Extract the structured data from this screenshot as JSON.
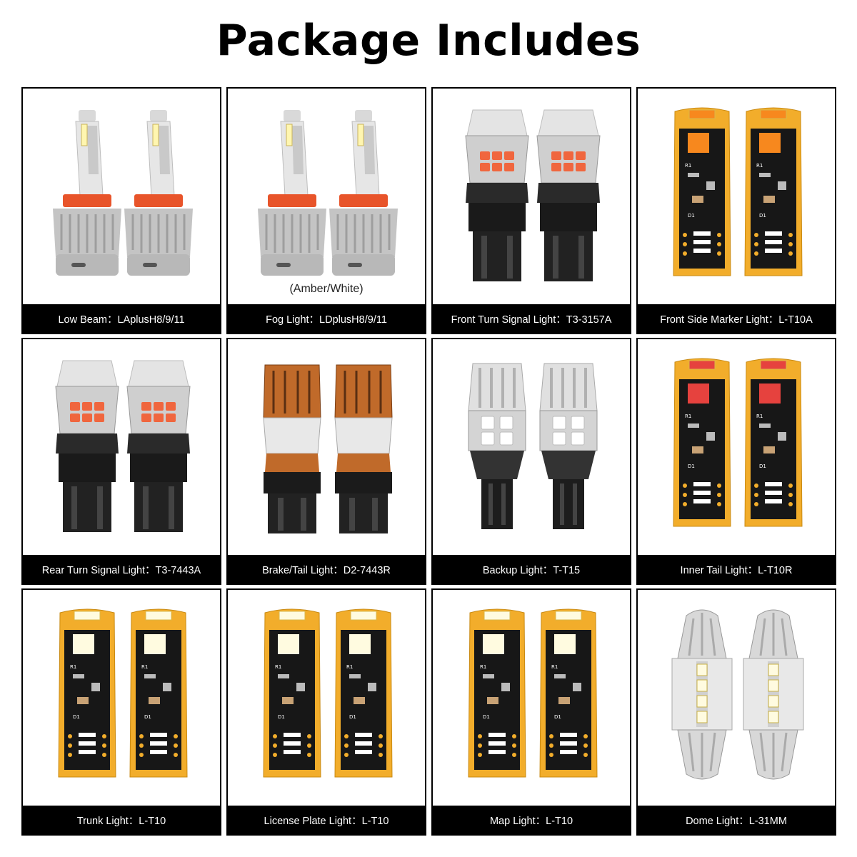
{
  "title": "Package Includes",
  "items": [
    {
      "label": "Low Beam：LAplusH8/9/11",
      "kind": "headlight",
      "icon": "led-headlight-bulb-icon",
      "accent": "#e8542a"
    },
    {
      "label": "Fog Light：LDplusH8/9/11",
      "kind": "headlight",
      "icon": "led-fog-bulb-icon",
      "accent": "#e8542a",
      "note": "(Amber/White)"
    },
    {
      "label": "Front Turn Signal Light：T3-3157A",
      "kind": "turn",
      "icon": "led-3157-bulb-icon",
      "accent": "#f0663e"
    },
    {
      "label": "Front Side Marker Light：L-T10A",
      "kind": "t10",
      "icon": "led-t10-amber-bulb-icon",
      "accent": "#f7881e"
    },
    {
      "label": "Rear Turn Signal Light：T3-7443A",
      "kind": "turn",
      "icon": "led-7443-bulb-icon",
      "accent": "#f0663e"
    },
    {
      "label": "Brake/Tail Light：D2-7443R",
      "kind": "brake",
      "icon": "led-7443-red-bulb-icon",
      "accent": "#c06a2a"
    },
    {
      "label": "Backup Light：T-T15",
      "kind": "backup",
      "icon": "led-t15-bulb-icon",
      "accent": "#ffffff"
    },
    {
      "label": "Inner Tail Light：L-T10R",
      "kind": "t10",
      "icon": "led-t10-red-bulb-icon",
      "accent": "#e6423e"
    },
    {
      "label": "Trunk Light：L-T10",
      "kind": "t10",
      "icon": "led-t10-white-bulb-icon",
      "accent": "#fffbe0"
    },
    {
      "label": "License Plate Light：L-T10",
      "kind": "t10",
      "icon": "led-t10-white-bulb-icon",
      "accent": "#fffbe0"
    },
    {
      "label": "Map Light：L-T10",
      "kind": "t10",
      "icon": "led-t10-white-bulb-icon",
      "accent": "#fffbe0"
    },
    {
      "label": "Dome Light：L-31MM",
      "kind": "festoon",
      "icon": "led-festoon-bulb-icon",
      "accent": "#fffbe0"
    }
  ]
}
